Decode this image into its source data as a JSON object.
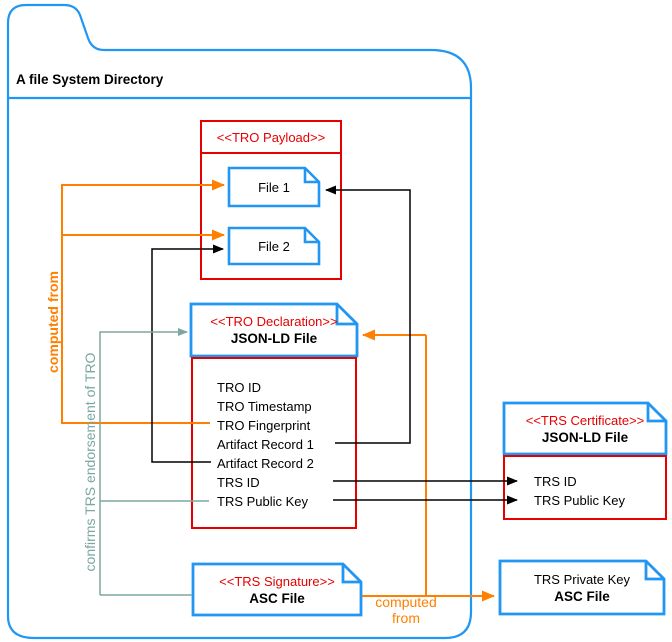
{
  "colors": {
    "blue": "#2196F3",
    "red": "#E60000",
    "orange": "#FF8000",
    "teal": "#7BA7A0",
    "black": "#000000"
  },
  "folder": {
    "title": "A file System Directory"
  },
  "payload": {
    "stereotype": "<<TRO Payload>>",
    "files": [
      "File 1",
      "File 2"
    ]
  },
  "declaration": {
    "stereotype": "<<TRO Declaration>>",
    "file_type": "JSON-LD File",
    "rows": [
      "TRO ID",
      "TRO Timestamp",
      "TRO Fingerprint",
      "Artifact Record 1",
      "Artifact Record 2",
      "TRS ID",
      "TRS Public Key"
    ]
  },
  "certificate": {
    "stereotype": "<<TRS Certificate>>",
    "file_type": "JSON-LD File",
    "rows": [
      "TRS ID",
      "TRS Public Key"
    ]
  },
  "signature": {
    "stereotype": "<<TRS Signature>>",
    "file_type": "ASC File"
  },
  "private_key": {
    "title": "TRS Private Key",
    "file_type": "ASC File"
  },
  "edge_labels": {
    "computed_from_left": "computed from",
    "computed_from_bottom": "computed from",
    "confirms": "confirms TRS endorsement of TRO"
  }
}
